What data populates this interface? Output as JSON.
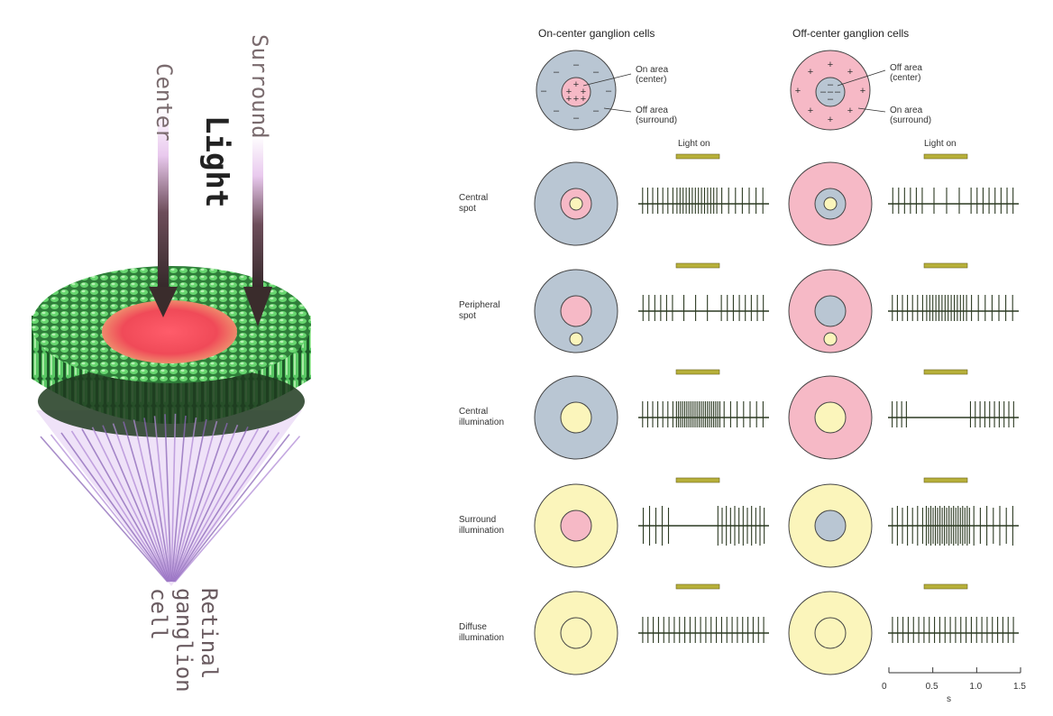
{
  "illustration": {
    "light_label": "Light",
    "center_label": "Center",
    "surround_label": "Surround",
    "ganglion_label_lines": [
      "Retinal",
      "ganglion",
      "cell"
    ],
    "colors": {
      "center": "#f04a58",
      "disc": "#3dbb52",
      "fibers": "#c9a6e8",
      "arrow": "#3a2c2c"
    }
  },
  "diagram": {
    "columns": [
      {
        "title": "On-center ganglion cells",
        "key": "on"
      },
      {
        "title": "Off-center ganglion cells",
        "key": "off"
      }
    ],
    "legend": {
      "on": {
        "center_text": [
          "On area",
          "(center)"
        ],
        "surround_text": [
          "Off area",
          "(surround)"
        ]
      },
      "off": {
        "center_text": [
          "Off area",
          "(center)"
        ],
        "surround_text": [
          "On area",
          "(surround)"
        ]
      }
    },
    "light_on_label": "Light on",
    "rows": [
      {
        "label_lines": [
          "Central",
          "spot"
        ]
      },
      {
        "label_lines": [
          "Peripheral",
          "spot"
        ]
      },
      {
        "label_lines": [
          "Central",
          "illumination"
        ]
      },
      {
        "label_lines": [
          "Surround",
          "illumination"
        ]
      },
      {
        "label_lines": [
          "Diffuse",
          "illumination"
        ]
      }
    ],
    "time_axis": {
      "ticks": [
        "0",
        "0.5",
        "1.0",
        "1.5"
      ],
      "unit": "s"
    },
    "colors": {
      "blue": "#b9c6d3",
      "pink": "#f6b9c6",
      "yellow": "#fbf5bb",
      "bar": "#b7b03a",
      "spike": "#2c3a22"
    }
  }
}
